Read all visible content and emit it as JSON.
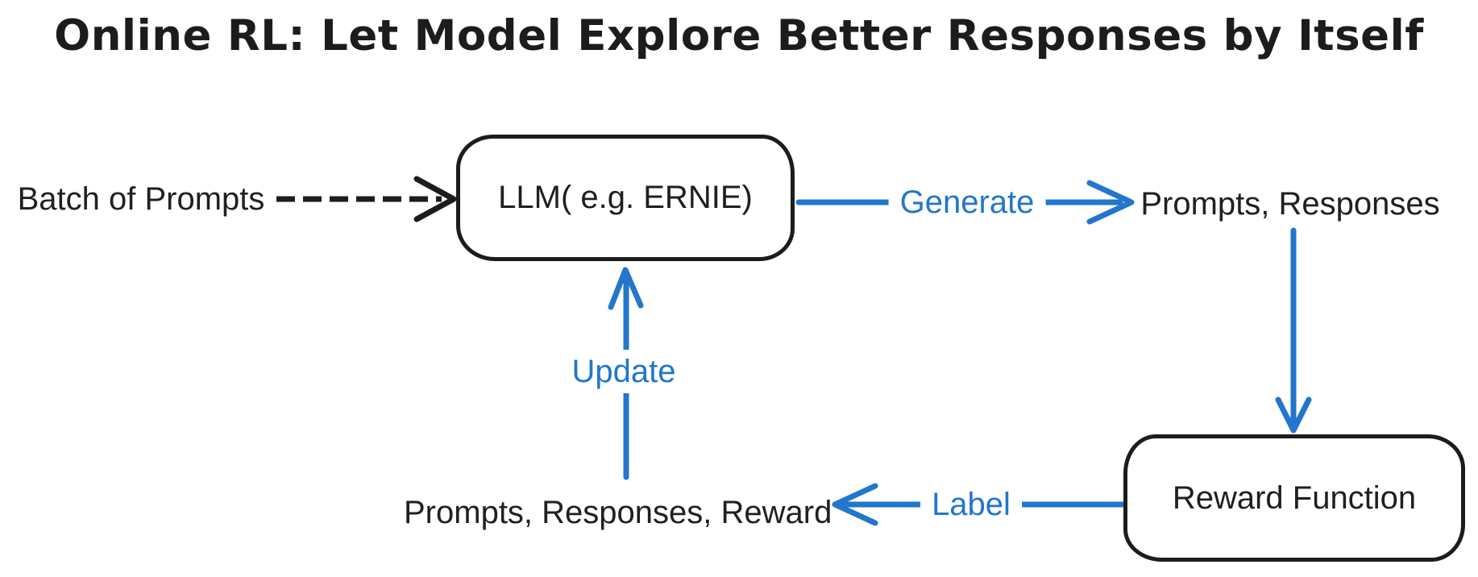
{
  "title": "Online RL: Let Model Explore Better Responses by Itself",
  "colors": {
    "accent": "#2276cb",
    "ink": "#1c1c1c",
    "background": "#ffffff"
  },
  "nodes": [
    {
      "id": "llm",
      "shape": "rounded-rectangle",
      "label": "LLM( e.g. ERNIE)"
    },
    {
      "id": "reward",
      "shape": "rounded-rectangle",
      "label": "Reward Function"
    }
  ],
  "labels": {
    "batch_of_prompts": "Batch of Prompts",
    "prompts_responses": "Prompts, Responses",
    "prompts_responses_reward": "Prompts, Responses, Reward"
  },
  "edges": [
    {
      "id": "prompts-input",
      "from": "batch_of_prompts",
      "to": "llm",
      "label": "",
      "style": "dashed",
      "color": "ink"
    },
    {
      "id": "generate",
      "from": "llm",
      "to": "prompts_responses",
      "label": "Generate",
      "style": "solid",
      "color": "accent"
    },
    {
      "id": "to-reward",
      "from": "prompts_responses",
      "to": "reward",
      "label": "",
      "style": "solid",
      "color": "accent"
    },
    {
      "id": "label",
      "from": "reward",
      "to": "prompts_responses_reward",
      "label": "Label",
      "style": "solid",
      "color": "accent"
    },
    {
      "id": "update",
      "from": "prompts_responses_reward",
      "to": "llm",
      "label": "Update",
      "style": "solid",
      "color": "accent"
    }
  ]
}
